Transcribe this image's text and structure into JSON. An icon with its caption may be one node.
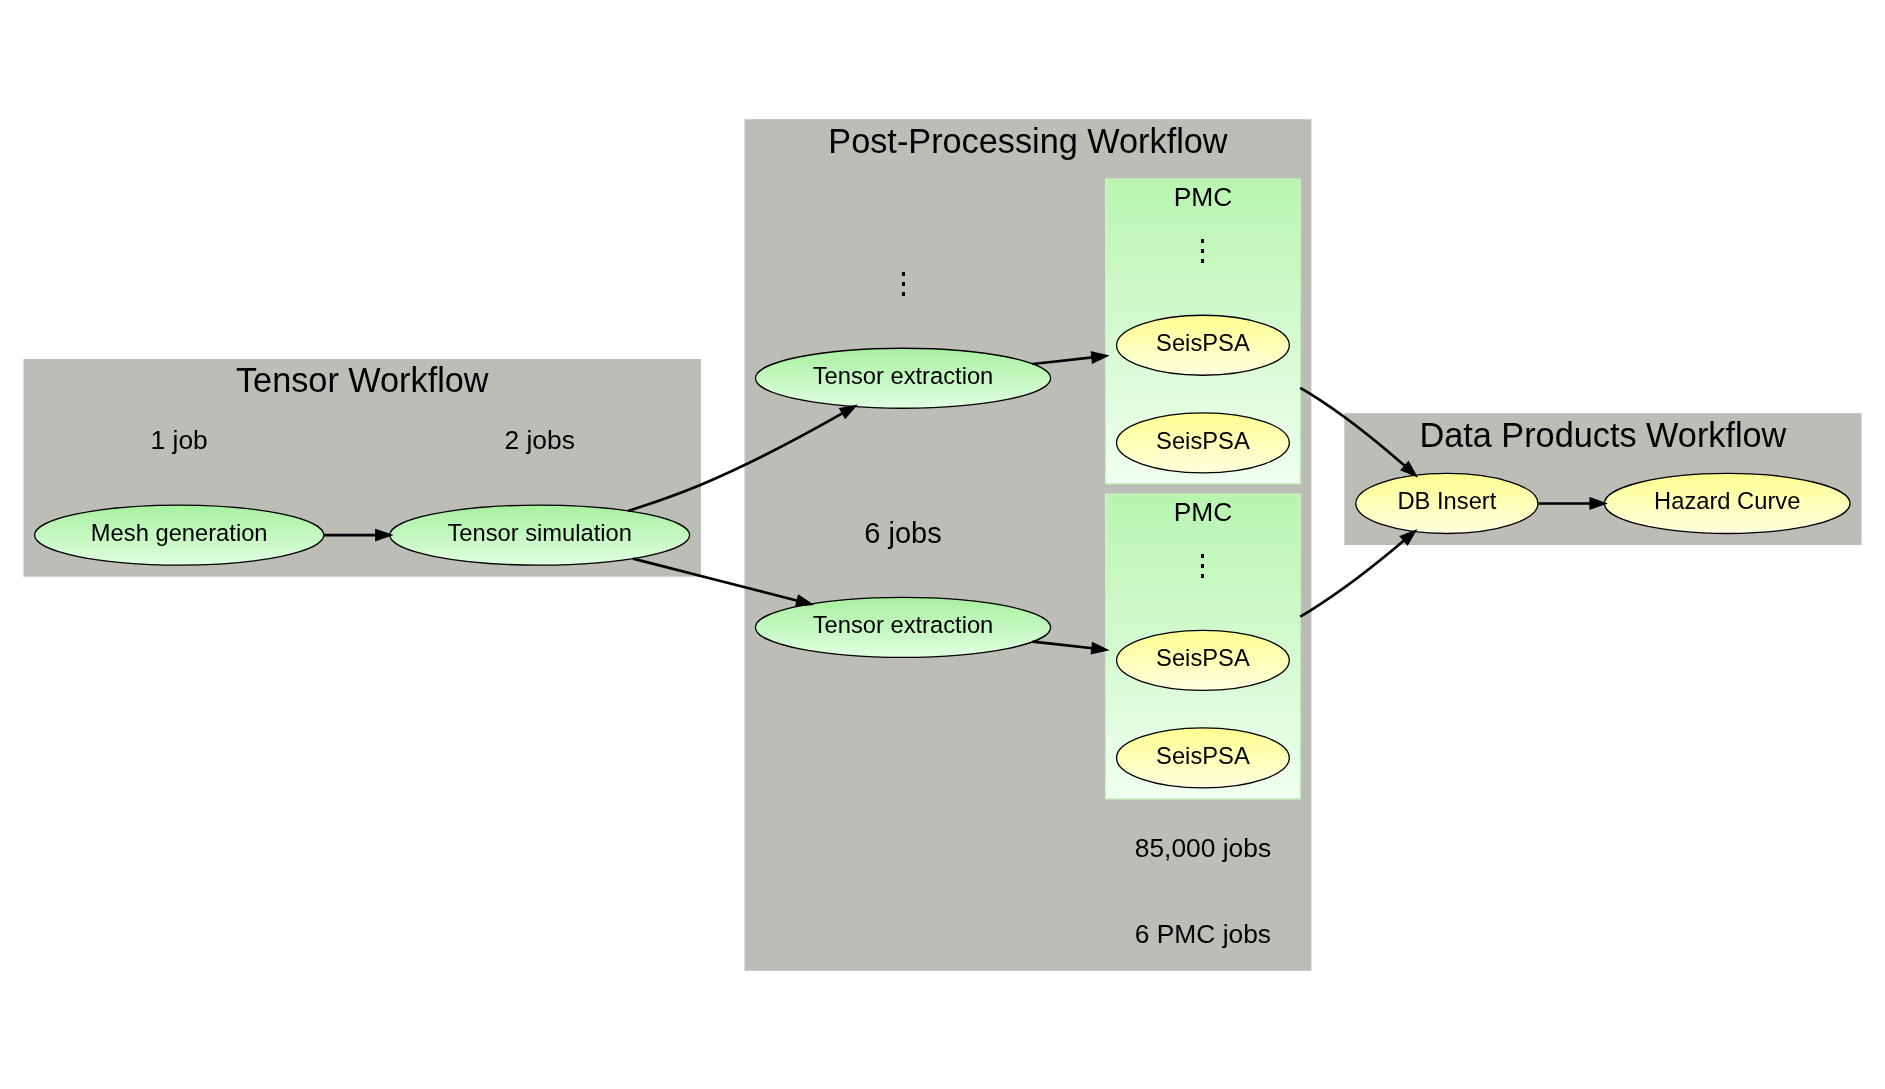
{
  "diagram": {
    "nodes": [
      {
        "text": [
          "Tensor Workflow"
        ]
      },
      {
        "text": [
          "Mesh generation"
        ],
        "in": 0,
        "beside": [
          "1 job"
        ]
      },
      {
        "text": [
          "Tensor simulation"
        ],
        "in": 0,
        "beside": [
          "2 jobs"
        ]
      },
      {
        "text": [
          "Post-Processing Workflow"
        ]
      },
      {
        "text": [
          "Tensor extraction"
        ],
        "in": 3
      },
      {
        "text": [
          "Tensor extraction"
        ],
        "in": 3
      },
      {
        "text": [
          "PMC"
        ],
        "in": 3
      },
      {
        "text": [
          "SeisPSA"
        ],
        "in": 6
      },
      {
        "text": [
          "SeisPSA"
        ],
        "in": 6
      },
      {
        "text": [
          "PMC"
        ],
        "in": 3,
        "beside": [
          "85,000 jobs",
          "6 PMC jobs"
        ]
      },
      {
        "text": [
          "SeisPSA"
        ],
        "in": 9
      },
      {
        "text": [
          "SeisPSA"
        ],
        "in": 9
      },
      {
        "text": [
          "Data Products Workflow"
        ]
      },
      {
        "text": [
          "DB Insert"
        ],
        "in": 12
      },
      {
        "text": [
          "Hazard Curve"
        ],
        "in": 12
      }
    ],
    "edges": [
      {
        "from": 1,
        "to": 2,
        "arrow": "to"
      },
      {
        "from": 2,
        "to": 4,
        "arrow": "to"
      },
      {
        "from": 2,
        "to": 5,
        "arrow": "to"
      },
      {
        "from": 4,
        "to": 6,
        "arrow": "to"
      },
      {
        "from": 5,
        "to": 9,
        "arrow": "to"
      },
      {
        "from": 6,
        "to": 13,
        "arrow": "to"
      },
      {
        "from": 9,
        "to": 13,
        "arrow": "to"
      },
      {
        "from": 13,
        "to": 14,
        "arrow": "to"
      }
    ],
    "labels": [
      "⋮",
      "⋮",
      "⋮",
      "6 jobs"
    ]
  }
}
